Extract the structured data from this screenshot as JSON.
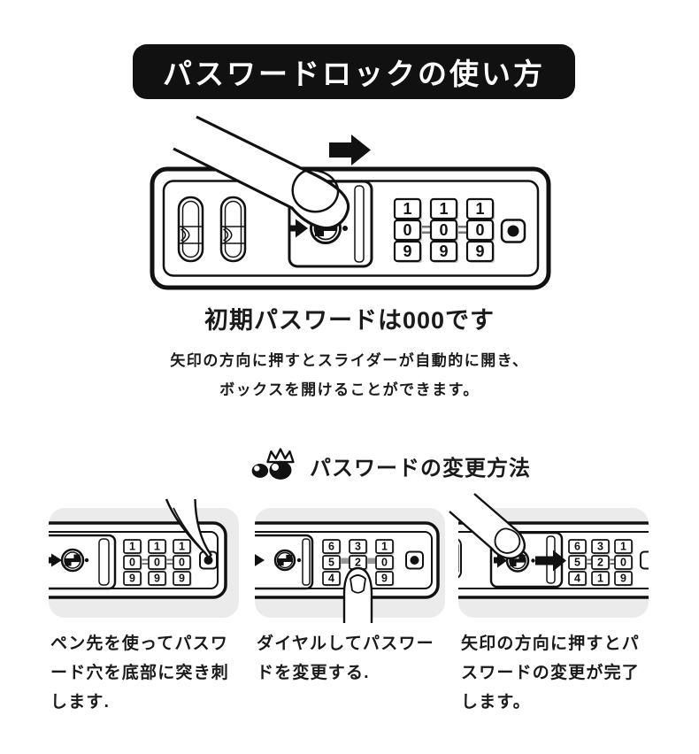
{
  "title": "パスワードロックの使い方",
  "intro": {
    "heading": "初期パスワードは000です",
    "lines": [
      "矢印の方向に押すとスライダーが自動的に開き、",
      "ボックスを開けることができます。"
    ]
  },
  "main_lock": {
    "dials": [
      [
        "1",
        "0",
        "9"
      ],
      [
        "1",
        "0",
        "9"
      ],
      [
        "1",
        "0",
        "9"
      ]
    ]
  },
  "change_section": {
    "heading": "パスワードの変更方法"
  },
  "steps": [
    {
      "dials": [
        [
          "1",
          "0",
          "9"
        ],
        [
          "1",
          "0",
          "9"
        ],
        [
          "1",
          "0",
          "9"
        ]
      ],
      "caption_lines": [
        "ペン先を使ってパスワ",
        "ード穴を底部に突き刺",
        "します."
      ]
    },
    {
      "dials": [
        [
          "6",
          "5",
          "4"
        ],
        [
          "3",
          "2",
          ""
        ],
        [
          "1",
          "0",
          "9"
        ]
      ],
      "caption_lines": [
        "ダイヤルしてパスワー",
        "ドを変更する.",
        ""
      ]
    },
    {
      "dials": [
        [
          "6",
          "5",
          "4"
        ],
        [
          "3",
          "2",
          "1"
        ],
        [
          "1",
          "0",
          "9"
        ]
      ],
      "caption_lines": [
        "矢印の方向に押すとパ",
        "スワードの変更が完了",
        "します。"
      ]
    }
  ],
  "colors": {
    "banner_bg": "#111111",
    "banner_text": "#ffffff",
    "card_bg": "#ebebeb",
    "line": "#1a1a1a"
  }
}
